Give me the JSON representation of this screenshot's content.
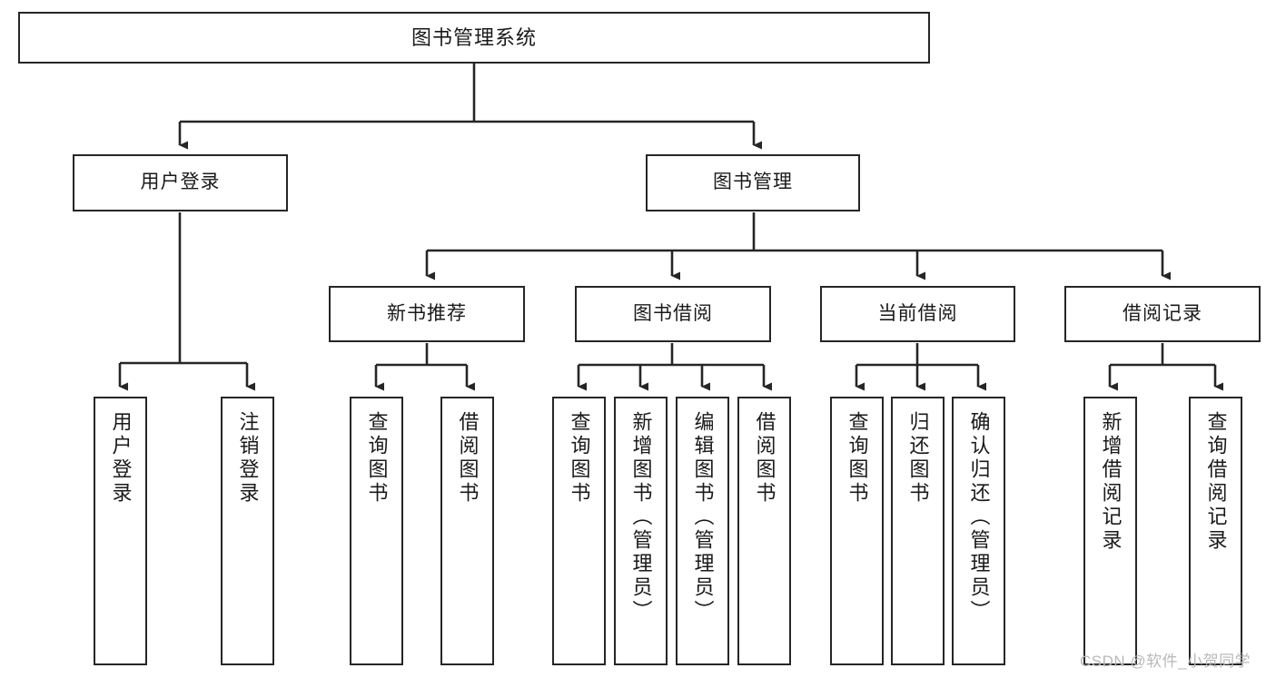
{
  "diagram": {
    "title": "图书管理系统",
    "type": "tree-hierarchy",
    "watermark": "CSDN @软件_小贺同学",
    "colors": {
      "stroke": "#262626",
      "fill": "#ffffff",
      "text": "#1a1a1a",
      "watermark": "#b9b9b9"
    },
    "levels": {
      "root": {
        "label": "图书管理系统"
      },
      "level2": [
        {
          "label": "用户登录"
        },
        {
          "label": "图书管理"
        }
      ],
      "level3": [
        {
          "label": "新书推荐"
        },
        {
          "label": "图书借阅"
        },
        {
          "label": "当前借阅"
        },
        {
          "label": "借阅记录"
        }
      ],
      "leaves": [
        {
          "label": "用户登录",
          "parent": "用户登录"
        },
        {
          "label": "注销登录",
          "parent": "用户登录"
        },
        {
          "label": "查询图书",
          "parent": "新书推荐"
        },
        {
          "label": "借阅图书",
          "parent": "新书推荐"
        },
        {
          "label": "查询图书",
          "parent": "图书借阅"
        },
        {
          "label": "新增图书（管理员）",
          "parent": "图书借阅"
        },
        {
          "label": "编辑图书（管理员）",
          "parent": "图书借阅"
        },
        {
          "label": "借阅图书",
          "parent": "图书借阅"
        },
        {
          "label": "查询图书",
          "parent": "当前借阅"
        },
        {
          "label": "归还图书",
          "parent": "当前借阅"
        },
        {
          "label": "确认归还（管理员）",
          "parent": "当前借阅"
        },
        {
          "label": "新增借阅记录",
          "parent": "借阅记录"
        },
        {
          "label": "查询借阅记录",
          "parent": "借阅记录"
        }
      ]
    }
  }
}
